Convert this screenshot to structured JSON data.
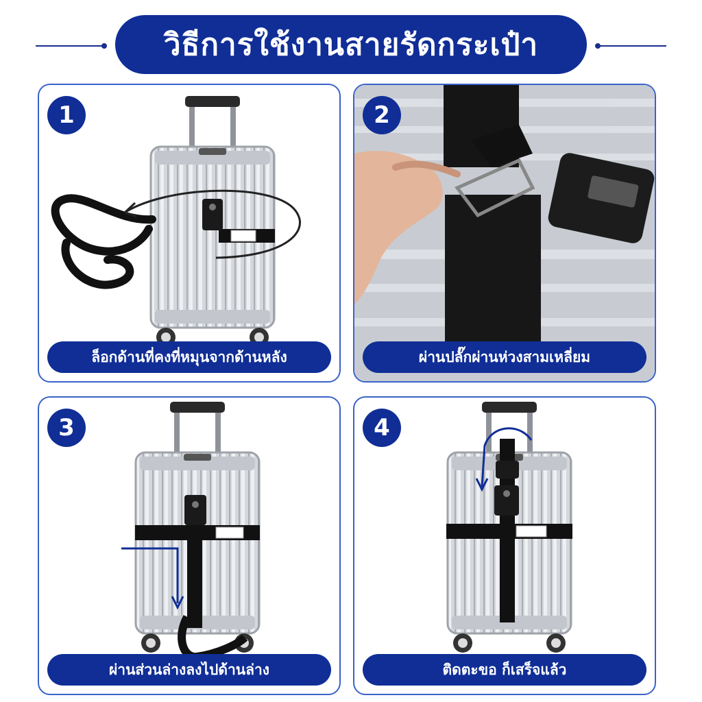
{
  "title": "วิธีการใช้งานสายรัดกระเป๋า",
  "colors": {
    "brand": "#102e96",
    "panel_border": "#3a62c8",
    "strap": "#111111",
    "case": "#c9ccd1"
  },
  "steps": [
    {
      "number": "1",
      "caption": "ล็อกด้านที่คงที่หมุนจากด้านหลัง"
    },
    {
      "number": "2",
      "caption": "ผ่านปลั๊กผ่านห่วงสามเหลี่ยม"
    },
    {
      "number": "3",
      "caption": "ผ่านส่วนล่างลงไปด้านล่าง"
    },
    {
      "number": "4",
      "caption": "ติดตะขอ ก็เสร็จแล้ว"
    }
  ]
}
